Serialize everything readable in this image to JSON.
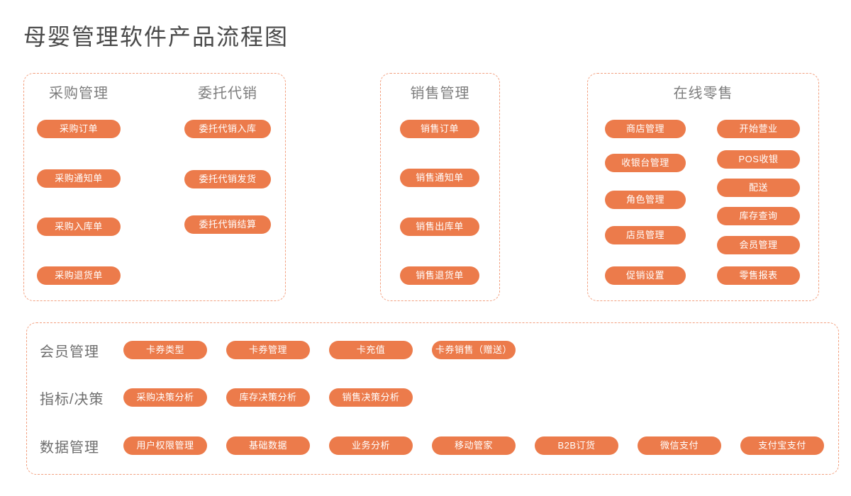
{
  "title": "母婴管理软件产品流程图",
  "colors": {
    "pill_background": "#ec7b4b",
    "pill_text": "#ffffff",
    "box_dashed_border": "#f2a080",
    "heading_text": "#7d7d7d",
    "row_label_text": "#6f6f6f",
    "title_text": "#4a4a4a"
  },
  "sections": {
    "purchase": {
      "heading": "采购管理",
      "items": [
        "采购订单",
        "采购通知单",
        "采购入库单",
        "采购退货单"
      ]
    },
    "consignment": {
      "heading": "委托代销",
      "items": [
        "委托代销入库",
        "委托代销发货",
        "委托代销结算"
      ]
    },
    "sales": {
      "heading": "销售管理",
      "items": [
        "销售订单",
        "销售通知单",
        "销售出库单",
        "销售退货单"
      ]
    },
    "online_retail": {
      "heading": "在线零售",
      "left_items": [
        "商店管理",
        "收银台管理",
        "角色管理",
        "店员管理",
        "促销设置"
      ],
      "right_items": [
        "开始营业",
        "POS收银",
        "配送",
        "库存查询",
        "会员管理",
        "零售报表"
      ]
    }
  },
  "bottom_rows": [
    {
      "label": "会员管理",
      "items": [
        "卡券类型",
        "卡券管理",
        "卡充值",
        "卡券销售（赠送）"
      ]
    },
    {
      "label": "指标/决策",
      "items": [
        "采购决策分析",
        "库存决策分析",
        "销售决策分析"
      ]
    },
    {
      "label": "数据管理",
      "items": [
        "用户权限管理",
        "基础数据",
        "业务分析",
        "移动管家",
        "B2B订货",
        "微信支付",
        "支付宝支付"
      ]
    }
  ]
}
